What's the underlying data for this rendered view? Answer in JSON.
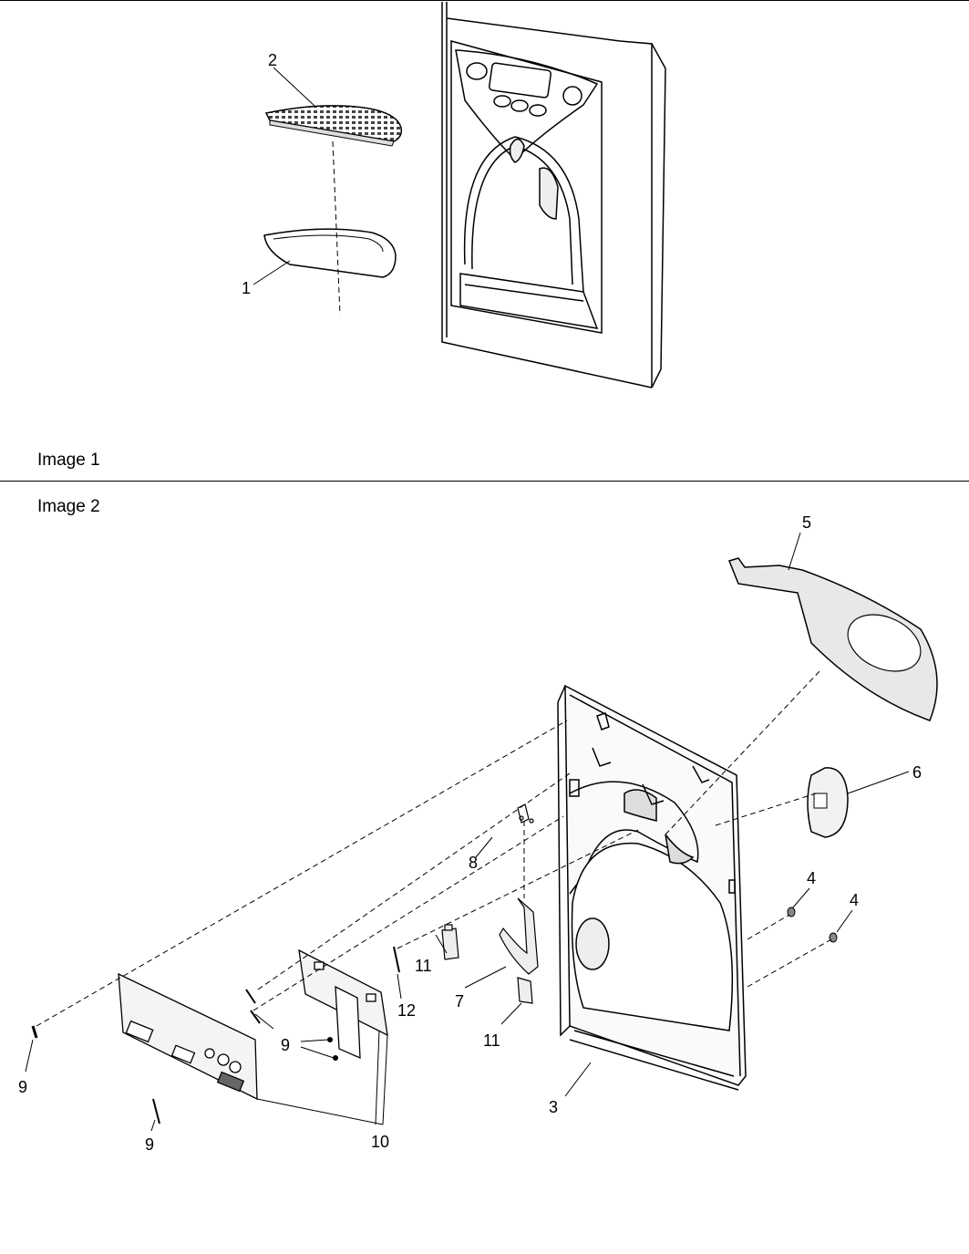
{
  "sections": {
    "image1_label": "Image 1",
    "image2_label": "Image 2"
  },
  "callouts": {
    "c1": "1",
    "c2": "2",
    "c3": "3",
    "c4a": "4",
    "c4b": "4",
    "c5": "5",
    "c6": "6",
    "c7": "7",
    "c8": "8",
    "c9a": "9",
    "c9b": "9",
    "c9c": "9",
    "c10": "10",
    "c11a": "11",
    "c11b": "11",
    "c12": "12"
  }
}
